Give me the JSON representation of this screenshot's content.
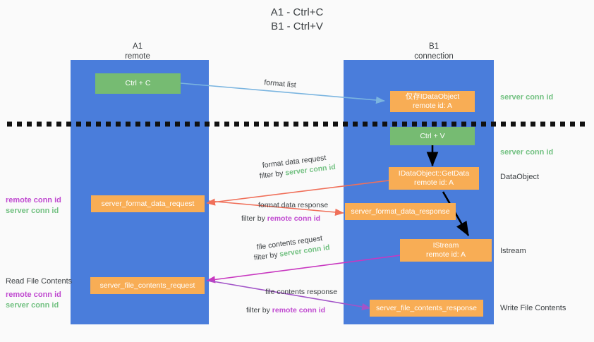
{
  "title": {
    "line1": "A1 - Ctrl+C",
    "line2": "B1 - Ctrl+V"
  },
  "lanes": [
    {
      "name": "A1",
      "subtitle": "remote"
    },
    {
      "name": "B1",
      "subtitle": "connection"
    }
  ],
  "boxes": {
    "ctrl_c": {
      "line1": "Ctrl + C",
      "color": "#76bb72"
    },
    "ctrl_v": {
      "line1": "Ctrl + V",
      "color": "#76bb72"
    },
    "idataobject_top": {
      "line1": "仅存IDataObject",
      "line2": "remote id: A",
      "color": "#f8ad55"
    },
    "getdata": {
      "line1": "IDataObject::GetData",
      "line2": "remote id: A",
      "color": "#f8ad55"
    },
    "istream": {
      "line1": "IStream",
      "line2": "remote id: A",
      "color": "#f8ad55"
    },
    "format_data_request": {
      "line1": "server_format_data_request",
      "color": "#f8ad55"
    },
    "format_data_response": {
      "line1": "server_format_data_response",
      "color": "#f8ad55"
    },
    "file_contents_request": {
      "line1": "server_file_contents_request",
      "color": "#f8ad55"
    },
    "file_contents_response": {
      "line1": "server_file_contents_response",
      "color": "#f8ad55"
    }
  },
  "annotations": {
    "server_conn_id_1": "server conn id",
    "server_conn_id_2": "server conn id",
    "dataobject": "DataObject",
    "istream": "Istream",
    "write_file_contents": "Write File Contents",
    "read_file_contents": "Read File Contents",
    "remote_conn_id": "remote conn id",
    "server_conn_id": "server conn id"
  },
  "arrow_labels": {
    "format_list": "format list",
    "format_data_request": "format data request",
    "format_data_request_filter_prefix": "filter by ",
    "format_data_request_filter_value": "server conn id",
    "format_data_response": "format data response",
    "format_data_response_filter_prefix": "filter by ",
    "format_data_response_filter_value": "remote conn id",
    "file_contents_request": "file contents request",
    "file_contents_request_filter_prefix": "filter by ",
    "file_contents_request_filter_value": "server conn id",
    "file_contents_response": "file contents response",
    "file_contents_response_filter_prefix": "filter by ",
    "file_contents_response_filter_value": "remote conn id"
  },
  "colors": {
    "lane": "#4a7ddb",
    "green_box": "#76bb72",
    "orange_box": "#f8ad55",
    "green_text": "#73c182",
    "magenta_text": "#c04ad0",
    "blue_arrow": "#7bb5e0",
    "red_arrow": "#f0705a",
    "magenta_arrow": "#c838c0",
    "purple_arrow": "#a254c8",
    "black_arrow": "#000000",
    "divider": "#111111",
    "background": "#fafafa"
  }
}
